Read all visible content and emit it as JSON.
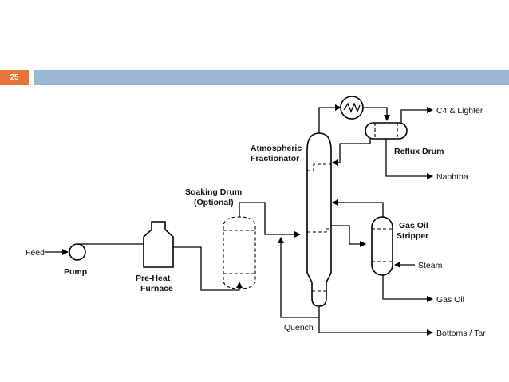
{
  "slide": {
    "number": "25"
  },
  "labels": {
    "feed": "Feed",
    "pump": "Pump",
    "preheat_1": "Pre-Heat",
    "preheat_2": "Furnace",
    "soaking_1": "Soaking Drum",
    "soaking_2": "(Optional)",
    "atmos_1": "Atmospheric",
    "atmos_2": "Fractionator",
    "reflux": "Reflux Drum",
    "c4": "C4 & Lighter",
    "naphtha": "Naphtha",
    "gos_1": "Gas Oil",
    "gos_2": "Stripper",
    "steam": "Steam",
    "gasoil": "Gas Oil",
    "quench": "Quench",
    "bottoms": "Bottoms / Tar"
  },
  "colors": {
    "accent": "#e8743b",
    "header_bar": "#9ab7d3"
  }
}
